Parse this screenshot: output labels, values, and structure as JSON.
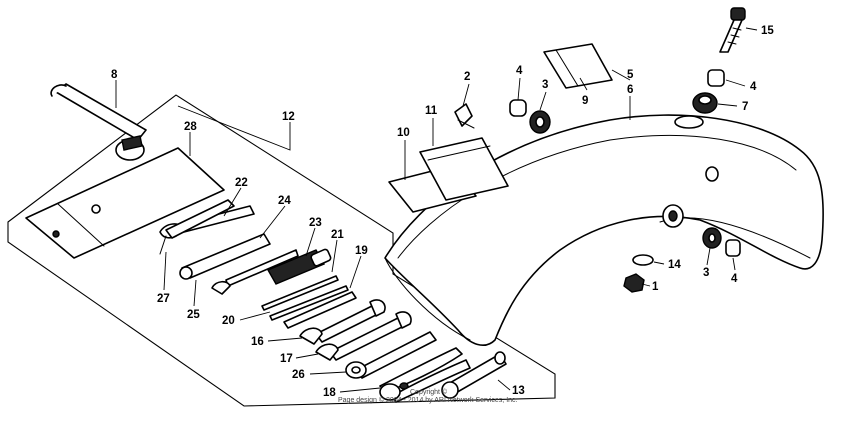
{
  "diagram": {
    "type": "exploded-parts-diagram",
    "callouts": [
      "1",
      "2",
      "3",
      "3",
      "4",
      "4",
      "4",
      "5",
      "6",
      "7",
      "8",
      "9",
      "10",
      "11",
      "12",
      "13",
      "14",
      "15",
      "16",
      "17",
      "18",
      "19",
      "20",
      "21",
      "22",
      "23",
      "24",
      "25",
      "26",
      "27",
      "28"
    ],
    "copyright_lines": [
      "Copyright ©",
      "Page design © 2004 - 2014 by ARI Network Services, Inc."
    ]
  }
}
